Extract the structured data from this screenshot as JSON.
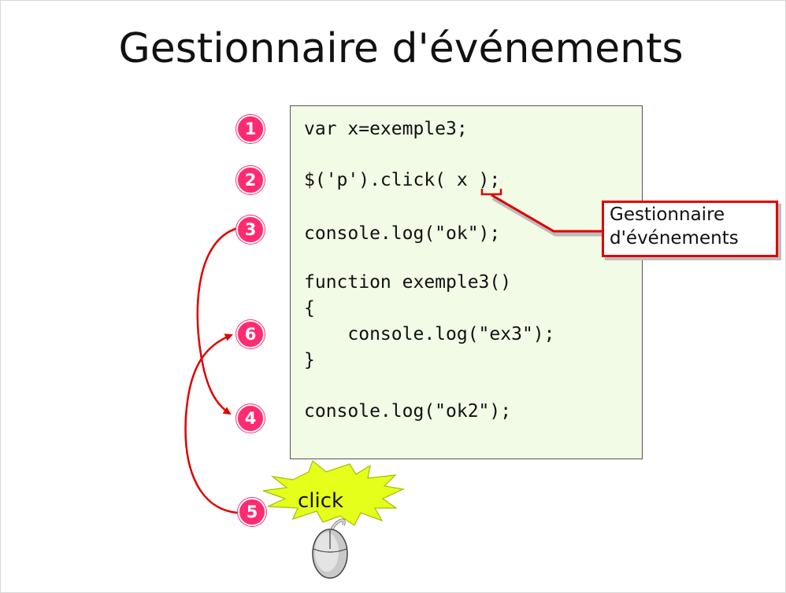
{
  "slide": {
    "title": "Gestionnaire d'événements"
  },
  "code": {
    "line1": "var x=exemple3;",
    "line2": "$('p').click( x );",
    "line3": "console.log(\"ok\");",
    "line4": "function exemple3()",
    "line5": "{",
    "line6": "    console.log(\"ex3\");",
    "line7": "}",
    "line8": "console.log(\"ok2\");"
  },
  "steps": {
    "s1": "1",
    "s2": "2",
    "s3": "3",
    "s4": "4",
    "s5": "5",
    "s6": "6"
  },
  "callout": {
    "line1": "Gestionnaire",
    "line2": "d'événements"
  },
  "event": {
    "label": "click"
  },
  "colors": {
    "badge": "#ff2a6f",
    "arrow": "#e00000",
    "code_background": "#f1fbe6",
    "starburst": "#e6ff1a"
  }
}
